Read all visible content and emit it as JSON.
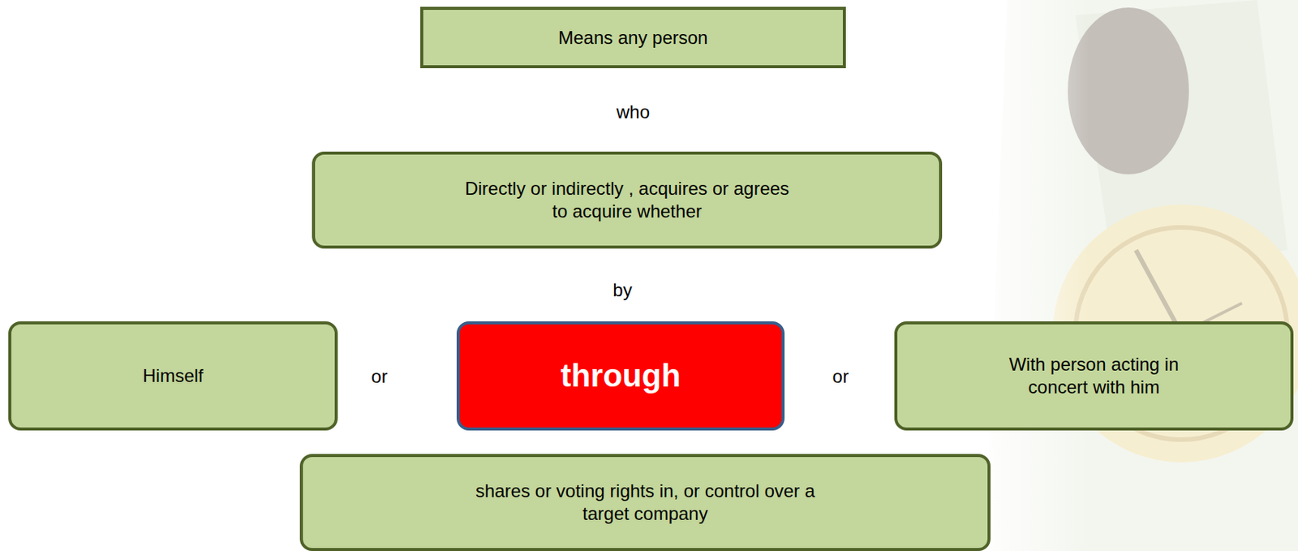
{
  "diagram": {
    "nodes": [
      {
        "text": [
          "Means any person"
        ]
      },
      {
        "text": [
          "Directly or indirectly , acquires or agrees to acquire whether"
        ]
      },
      {
        "text": [
          "Himself"
        ]
      },
      {
        "text": [
          "through"
        ]
      },
      {
        "text": [
          "With person acting in concert with him"
        ]
      },
      {
        "text": [
          "shares or voting rights in, or control over a target company"
        ]
      }
    ],
    "labels": [
      "who",
      "by",
      "or",
      "or"
    ]
  }
}
